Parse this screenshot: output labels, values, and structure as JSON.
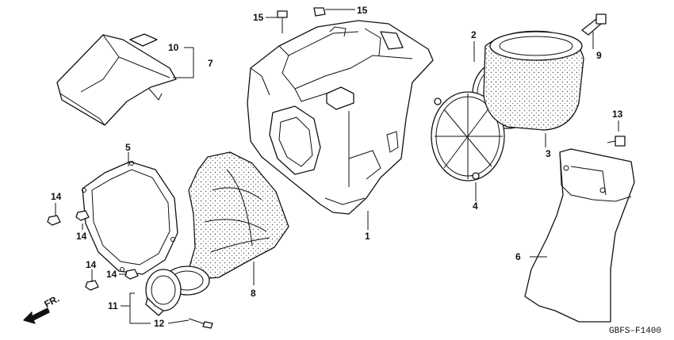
{
  "diagram": {
    "callouts": {
      "c1": "1",
      "c2": "2",
      "c3": "3",
      "c4": "4",
      "c5": "5",
      "c6": "6",
      "c7": "7",
      "c8": "8",
      "c9": "9",
      "c10": "10",
      "c11": "11",
      "c12": "12",
      "c13": "13",
      "c14a": "14",
      "c14b": "14",
      "c14c": "14",
      "c14d": "14",
      "c15a": "15",
      "c15b": "15"
    },
    "direction_label": "FR.",
    "figure_code": "GBFS–F1400"
  }
}
